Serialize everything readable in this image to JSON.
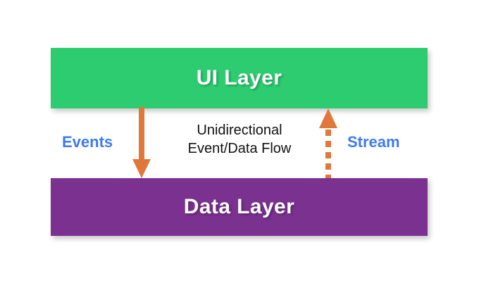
{
  "diagram": {
    "title_alt": "Unidirectional Event/Data Flow between UI Layer and Data Layer",
    "background_color": "#ffffff",
    "layers": [
      {
        "id": "ui-layer",
        "label": "UI Layer",
        "color": "#2ECC71",
        "text_color": "#ffffff",
        "position": "top"
      },
      {
        "id": "data-layer",
        "label": "Data Layer",
        "color": "#7B3190",
        "text_color": "#ffffff",
        "position": "bottom"
      }
    ],
    "center_note": {
      "line1": "Unidirectional",
      "line2": "Event/Data Flow",
      "color": "#111111"
    },
    "flows": [
      {
        "id": "events-flow",
        "label": "Events",
        "label_color": "#3E7BF0",
        "arrow_color": "#E0783C",
        "direction": "down",
        "style": "solid",
        "from": "UI Layer",
        "to": "Data Layer"
      },
      {
        "id": "stream-flow",
        "label": "Stream",
        "label_color": "#3E7BF0",
        "arrow_color": "#E0783C",
        "direction": "up",
        "style": "dashed",
        "from": "Data Layer",
        "to": "UI Layer"
      }
    ]
  }
}
